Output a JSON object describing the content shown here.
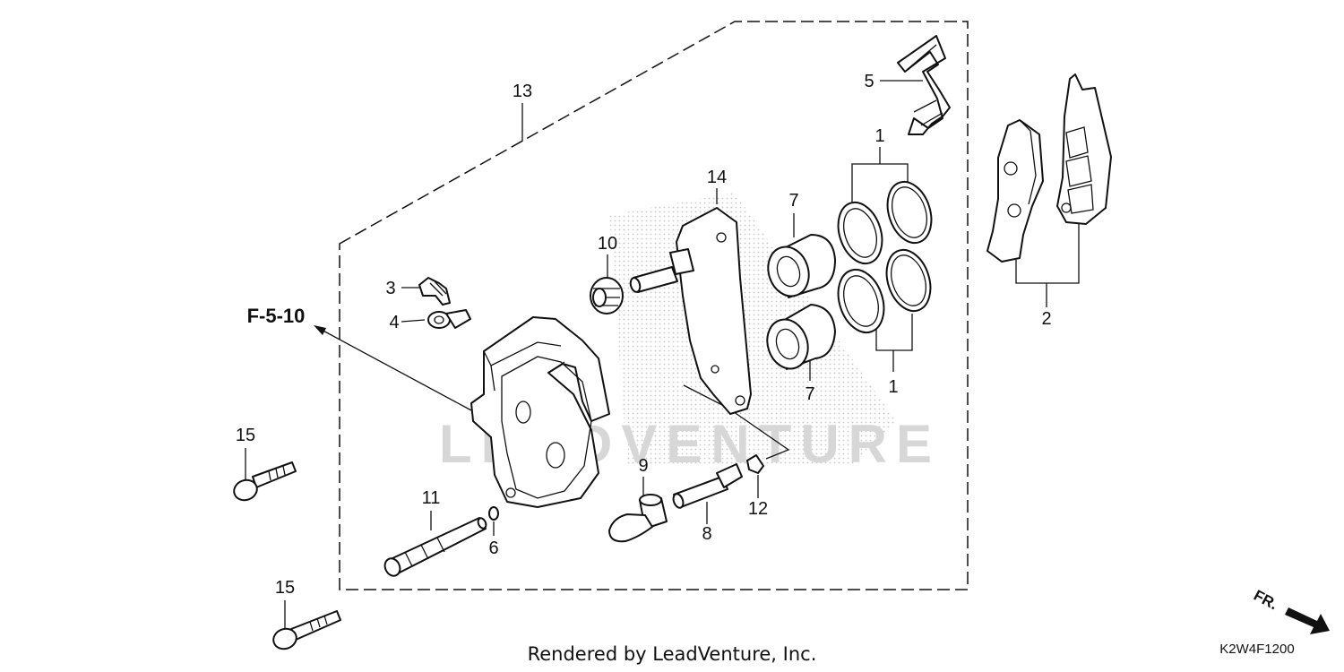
{
  "diagram": {
    "callouts": {
      "c13": "13",
      "c5": "5",
      "c1_top": "1",
      "c1_bottom": "1",
      "c2": "2",
      "c14": "14",
      "c7_top": "7",
      "c7_bottom": "7",
      "c10": "10",
      "c3": "3",
      "c4": "4",
      "c15_top": "15",
      "c15_bottom": "15",
      "c11": "11",
      "c6": "6",
      "c9": "9",
      "c8": "8",
      "c12": "12"
    },
    "reference": "F-5-10",
    "direction": "FR.",
    "drawing_code": "K2W4F1200",
    "credit": "Rendered by LeadVenture, Inc.",
    "watermark": "LEADVENTURE"
  },
  "colors": {
    "line": "#111111",
    "watermark": "#d7d7d7",
    "background": "#ffffff"
  }
}
